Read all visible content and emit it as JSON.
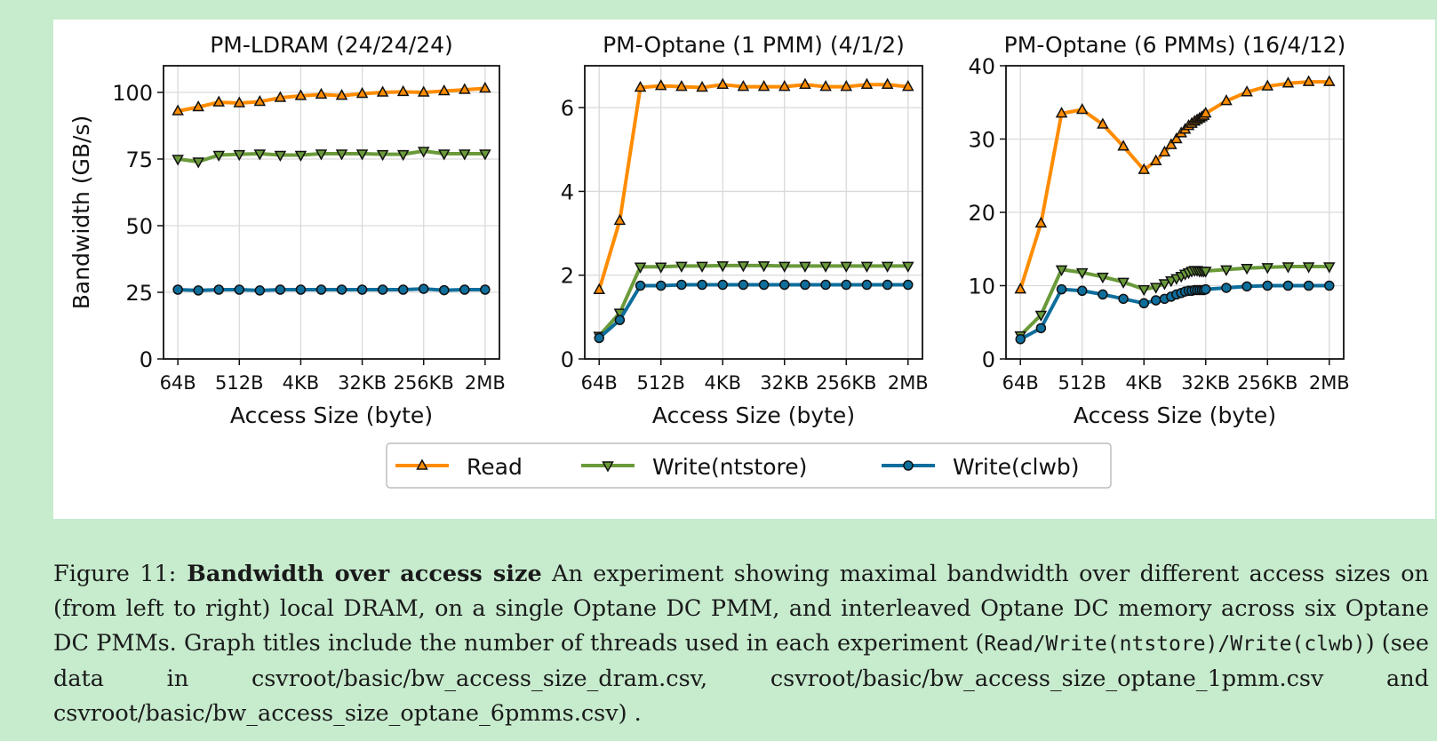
{
  "chart_data": [
    {
      "type": "line",
      "title": "PM-LDRAM (24/24/24)",
      "xlabel": "Access Size (byte)",
      "ylabel": "Bandwidth (GB/s)",
      "x_ticks": [
        "64B",
        "512B",
        "4KB",
        "32KB",
        "256KB",
        "2MB"
      ],
      "ylim": [
        0,
        110
      ],
      "y_ticks": [
        "0",
        "25",
        "50",
        "75",
        "100"
      ],
      "y_tick_values": [
        0,
        25,
        50,
        75,
        100
      ],
      "x_scale": "log2",
      "x_range_log2": [
        5.3,
        21.7
      ],
      "grid": true,
      "series": [
        {
          "name": "Read",
          "x": [
            "64B",
            "128B",
            "256B",
            "512B",
            "1KB",
            "2KB",
            "4KB",
            "8KB",
            "16KB",
            "32KB",
            "64KB",
            "128KB",
            "256KB",
            "512KB",
            "1MB",
            "2MB"
          ],
          "values": [
            93,
            94.5,
            96.3,
            96,
            96.5,
            98,
            98.7,
            99.2,
            98.8,
            99.5,
            100,
            100.2,
            100,
            100.5,
            101,
            101.5
          ]
        },
        {
          "name": "Write(ntstore)",
          "x": [
            "64B",
            "128B",
            "256B",
            "512B",
            "1KB",
            "2KB",
            "4KB",
            "8KB",
            "16KB",
            "32KB",
            "64KB",
            "128KB",
            "256KB",
            "512KB",
            "1MB",
            "2MB"
          ],
          "values": [
            75,
            74,
            76.5,
            76.8,
            77,
            76.5,
            76.5,
            77,
            77,
            77,
            76.8,
            76.8,
            78,
            77,
            77,
            77
          ]
        },
        {
          "name": "Write(clwb)",
          "x": [
            "64B",
            "128B",
            "256B",
            "512B",
            "1KB",
            "2KB",
            "4KB",
            "8KB",
            "16KB",
            "32KB",
            "64KB",
            "128KB",
            "256KB",
            "512KB",
            "1MB",
            "2MB"
          ],
          "values": [
            26,
            25.7,
            26,
            26,
            25.7,
            26,
            26,
            26,
            26,
            26,
            26,
            26,
            26.3,
            25.8,
            26,
            26
          ]
        }
      ]
    },
    {
      "type": "line",
      "title": "PM-Optane (1 PMM) (4/1/2)",
      "xlabel": "Access Size (byte)",
      "ylabel": "",
      "x_ticks": [
        "64B",
        "512B",
        "4KB",
        "32KB",
        "256KB",
        "2MB"
      ],
      "ylim": [
        0,
        7
      ],
      "y_ticks": [
        "0",
        "2",
        "4",
        "6"
      ],
      "y_tick_values": [
        0,
        2,
        4,
        6
      ],
      "x_scale": "log2",
      "x_range_log2": [
        5.3,
        21.7
      ],
      "grid": true,
      "series": [
        {
          "name": "Read",
          "x": [
            "64B",
            "128B",
            "256B",
            "512B",
            "1KB",
            "2KB",
            "4KB",
            "8KB",
            "16KB",
            "32KB",
            "64KB",
            "128KB",
            "256KB",
            "512KB",
            "1MB",
            "2MB"
          ],
          "values": [
            1.65,
            3.3,
            6.48,
            6.52,
            6.5,
            6.48,
            6.55,
            6.5,
            6.5,
            6.5,
            6.55,
            6.5,
            6.5,
            6.55,
            6.55,
            6.5
          ]
        },
        {
          "name": "Write(ntstore)",
          "x": [
            "64B",
            "128B",
            "256B",
            "512B",
            "1KB",
            "2KB",
            "4KB",
            "8KB",
            "16KB",
            "32KB",
            "64KB",
            "128KB",
            "256KB",
            "512KB",
            "1MB",
            "2MB"
          ],
          "values": [
            0.55,
            1.1,
            2.2,
            2.2,
            2.22,
            2.22,
            2.23,
            2.23,
            2.23,
            2.22,
            2.22,
            2.22,
            2.22,
            2.22,
            2.22,
            2.22
          ]
        },
        {
          "name": "Write(clwb)",
          "x": [
            "64B",
            "128B",
            "256B",
            "512B",
            "1KB",
            "2KB",
            "4KB",
            "8KB",
            "16KB",
            "32KB",
            "64KB",
            "128KB",
            "256KB",
            "512KB",
            "1MB",
            "2MB"
          ],
          "values": [
            0.5,
            0.93,
            1.75,
            1.75,
            1.77,
            1.77,
            1.77,
            1.77,
            1.77,
            1.77,
            1.77,
            1.77,
            1.77,
            1.77,
            1.77,
            1.77
          ]
        }
      ]
    },
    {
      "type": "line",
      "title": "PM-Optane (6 PMMs) (16/4/12)",
      "xlabel": "Access Size (byte)",
      "ylabel": "",
      "x_ticks": [
        "64B",
        "512B",
        "4KB",
        "32KB",
        "256KB",
        "2MB"
      ],
      "ylim": [
        0,
        40
      ],
      "y_ticks": [
        "0",
        "10",
        "20",
        "30",
        "40"
      ],
      "y_tick_values": [
        0,
        10,
        20,
        30,
        40
      ],
      "x_scale": "log2",
      "x_range_log2": [
        5.3,
        21.7
      ],
      "grid": true,
      "series": [
        {
          "name": "Read",
          "x_log2": [
            6,
            7,
            8,
            9,
            10,
            11,
            12,
            12.58,
            13,
            13.32,
            13.58,
            13.81,
            14,
            14.17,
            14.32,
            14.46,
            14.58,
            14.7,
            14.81,
            14.91,
            15,
            16,
            17,
            18,
            19,
            20,
            21
          ],
          "values": [
            9.5,
            18.5,
            33.5,
            34,
            32,
            29,
            25.8,
            27,
            28.2,
            29.2,
            30,
            30.8,
            31.3,
            31.8,
            32.1,
            32.4,
            32.6,
            32.8,
            33,
            33.2,
            33.5,
            35.2,
            36.4,
            37.2,
            37.6,
            37.8,
            37.8
          ]
        },
        {
          "name": "Write(ntstore)",
          "x_log2": [
            6,
            7,
            8,
            9,
            10,
            11,
            12,
            12.58,
            13,
            13.32,
            13.58,
            13.81,
            14,
            14.17,
            14.32,
            14.46,
            14.58,
            14.7,
            14.81,
            14.91,
            15,
            16,
            17,
            18,
            19,
            20,
            21
          ],
          "values": [
            3.2,
            6,
            12.2,
            11.8,
            11.2,
            10.5,
            9.5,
            9.8,
            10.3,
            10.7,
            11,
            11.3,
            11.6,
            11.8,
            12,
            12.1,
            12.1,
            12,
            12,
            12,
            12,
            12.2,
            12.4,
            12.5,
            12.6,
            12.6,
            12.6
          ]
        },
        {
          "name": "Write(clwb)",
          "x_log2": [
            6,
            7,
            8,
            9,
            10,
            11,
            12,
            12.58,
            13,
            13.32,
            13.58,
            13.81,
            14,
            14.17,
            14.32,
            14.46,
            14.58,
            14.7,
            14.81,
            14.91,
            15,
            16,
            17,
            18,
            19,
            20,
            21
          ],
          "values": [
            2.7,
            4.2,
            9.5,
            9.3,
            8.8,
            8.2,
            7.6,
            8,
            8.2,
            8.5,
            8.8,
            9,
            9.2,
            9.3,
            9.3,
            9.4,
            9.4,
            9.4,
            9.4,
            9.4,
            9.5,
            9.7,
            9.9,
            10,
            10,
            10,
            10
          ]
        }
      ]
    }
  ],
  "legend": {
    "placement": "bottom-center",
    "items": [
      {
        "label": "Read",
        "color": "#ff8c00",
        "marker": "triangle-up"
      },
      {
        "label": "Write(ntstore)",
        "color": "#6a9a3a",
        "marker": "triangle-down"
      },
      {
        "label": "Write(clwb)",
        "color": "#0e6e9c",
        "marker": "circle"
      }
    ]
  },
  "colors": {
    "Read": "#ff8c00",
    "Write(ntstore)": "#6a9a3a",
    "Write(clwb)": "#0e6e9c",
    "background": "#c6ebcd"
  },
  "caption": {
    "label": "Figure 11:",
    "bold": "Bandwidth over access size",
    "text1": " An experiment showing maximal bandwidth over different access sizes on (from left to right) local DRAM, on a single Optane DC PMM, and interleaved Optane DC memory across six Optane DC PMMs. Graph titles include the number of threads used in each experiment (",
    "mono": "Read/Write(ntstore)/Write(clwb)",
    "text2": ") (see data in csvroot/basic/bw_access_size_dram.csv, csvroot/basic/bw_access_size_optane_1pmm.csv and csvroot/basic/bw_access_size_optane_6pmms.csv) ."
  }
}
